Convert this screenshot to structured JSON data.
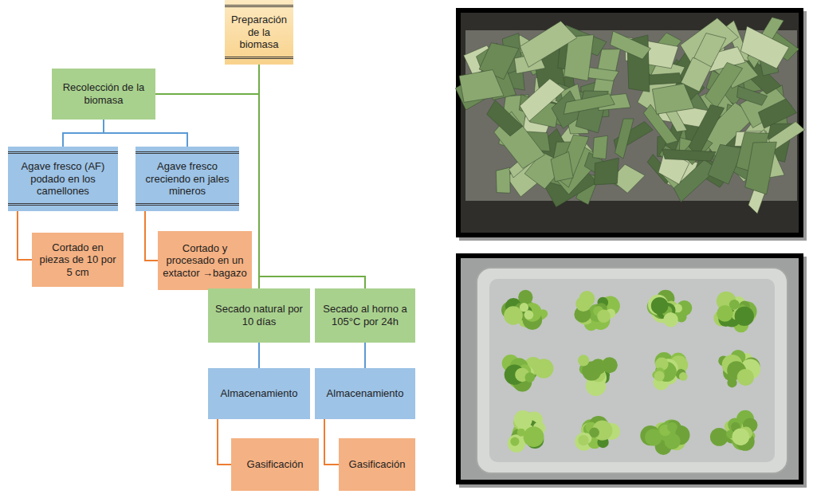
{
  "diagram": {
    "nodes": [
      {
        "text": [
          "Preparación de la biomasa"
        ]
      },
      {
        "text": [
          "Recolección de la biomasa"
        ]
      },
      {
        "text": [
          "Agave fresco (AF) podado en los camellones"
        ]
      },
      {
        "text": [
          "Agave fresco creciendo en jales mineros"
        ]
      },
      {
        "text": [
          "Cortado en piezas de 10 por 5 cm"
        ]
      },
      {
        "text": [
          "Cortado y procesado en un extactor →bagazo"
        ]
      },
      {
        "text": [
          "Secado natural por 10 días"
        ]
      },
      {
        "text": [
          "Secado al horno a 105°C por 24h"
        ]
      },
      {
        "text": [
          "Almacenamiento"
        ]
      },
      {
        "text": [
          "Almacenamiento"
        ]
      },
      {
        "text": [
          "Gasificación"
        ]
      },
      {
        "text": [
          "Gasificación"
        ]
      }
    ],
    "edges": [
      {
        "from": 0,
        "to": 1,
        "arrow": "none"
      },
      {
        "from": 1,
        "to": 2,
        "arrow": "none"
      },
      {
        "from": 1,
        "to": 3,
        "arrow": "none"
      },
      {
        "from": 2,
        "to": 4,
        "arrow": "none"
      },
      {
        "from": 3,
        "to": 5,
        "arrow": "none"
      },
      {
        "from": 0,
        "to": 6,
        "arrow": "none"
      },
      {
        "from": 0,
        "to": 7,
        "arrow": "none"
      },
      {
        "from": 6,
        "to": 8,
        "arrow": "none"
      },
      {
        "from": 7,
        "to": 9,
        "arrow": "none"
      },
      {
        "from": 8,
        "to": 10,
        "arrow": "none"
      },
      {
        "from": 9,
        "to": 11,
        "arrow": "none"
      }
    ]
  }
}
